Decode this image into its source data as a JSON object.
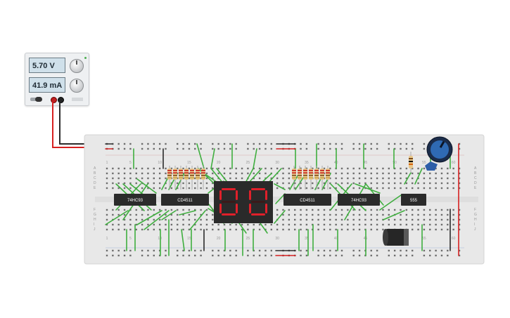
{
  "power_supply": {
    "voltage": "5.70 V",
    "current": "41.9 mA",
    "voltage_led_color": "#4caf50"
  },
  "breadboard": {
    "row_letters_top": [
      "A",
      "B",
      "C",
      "D",
      "E"
    ],
    "row_letters_bottom": [
      "F",
      "G",
      "H",
      "I",
      "J"
    ],
    "column_numbers_top": [
      "1",
      "5",
      "10",
      "15",
      "20",
      "25",
      "30",
      "35",
      "40",
      "45",
      "50",
      "55",
      "60"
    ],
    "column_numbers_bottom": [
      "1",
      "5",
      "10",
      "15",
      "20",
      "25",
      "30",
      "35",
      "40",
      "45",
      "50",
      "55",
      "60"
    ]
  },
  "chips": {
    "left_counter": "74HC93",
    "left_decoder": "CD4511",
    "right_decoder": "CD4511",
    "right_counter": "74HC93",
    "timer": "555"
  },
  "display": {
    "digits": [
      "0",
      "0"
    ],
    "segment_color": "#e0202a"
  },
  "colors": {
    "wire_green": "#3fae3f",
    "wire_red": "#d62020",
    "wire_black": "#2b2b2b",
    "breadboard": "#e9e9e9",
    "chip": "#2b2b2b"
  }
}
